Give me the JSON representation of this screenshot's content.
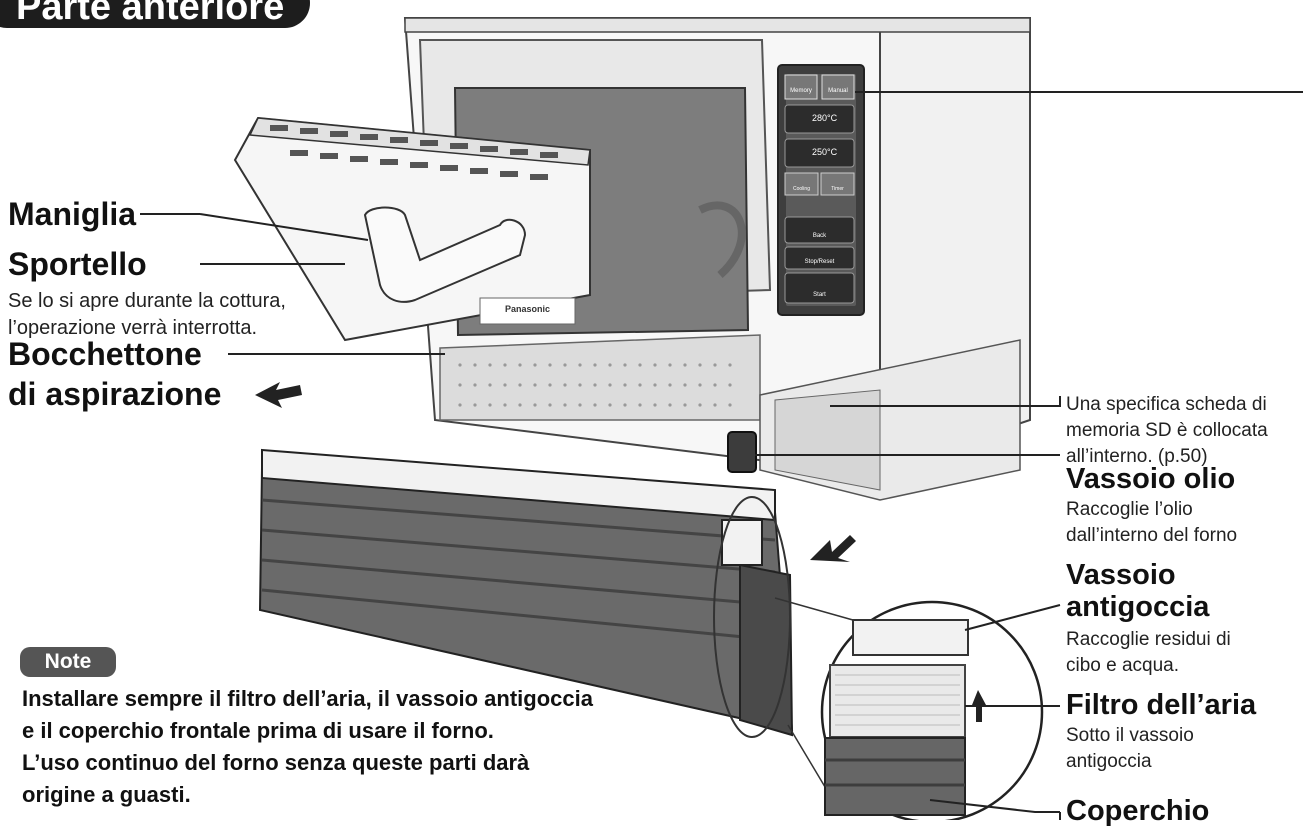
{
  "title": "Parte anteriore",
  "labels": {
    "handle": "Maniglia",
    "door": "Sportello",
    "door_desc": [
      "Se lo si apre durante la cottura,",
      "l’operazione verrà interrotta."
    ],
    "intake_1": "Bocchettone",
    "intake_2": "di aspirazione",
    "sd_desc": [
      "Una specifica scheda di",
      "memoria SD è collocata",
      "all’interno. (p.50)"
    ],
    "oil_tray": "Vassoio olio",
    "oil_tray_desc": [
      "Raccoglie l’olio",
      "dall’interno del forno"
    ],
    "drip_tray_1": "Vassoio",
    "drip_tray_2": "antigoccia",
    "drip_tray_desc": [
      "Raccoglie residui di",
      "cibo e acqua."
    ],
    "air_filter": "Filtro dell’aria",
    "air_filter_desc": [
      "Sotto il vassoio",
      "antigoccia"
    ],
    "cover": "Coperchio"
  },
  "note": {
    "badge": "Note",
    "lines": [
      "Installare sempre il filtro dell’aria, il vassoio antigoccia",
      "e il coperchio frontale prima di usare il forno.",
      "L’uso continuo del forno senza queste parti darà",
      "origine a guasti."
    ]
  },
  "panel": {
    "btn_1": "Memory",
    "btn_2": "Manual",
    "temp_1": "280°C",
    "temp_2": "250°C",
    "btn_3": "Cooling",
    "btn_4": "Timer",
    "btn_back": "Back",
    "btn_stop": "Stop/Reset",
    "btn_start": "Start"
  },
  "brand": "Panasonic"
}
